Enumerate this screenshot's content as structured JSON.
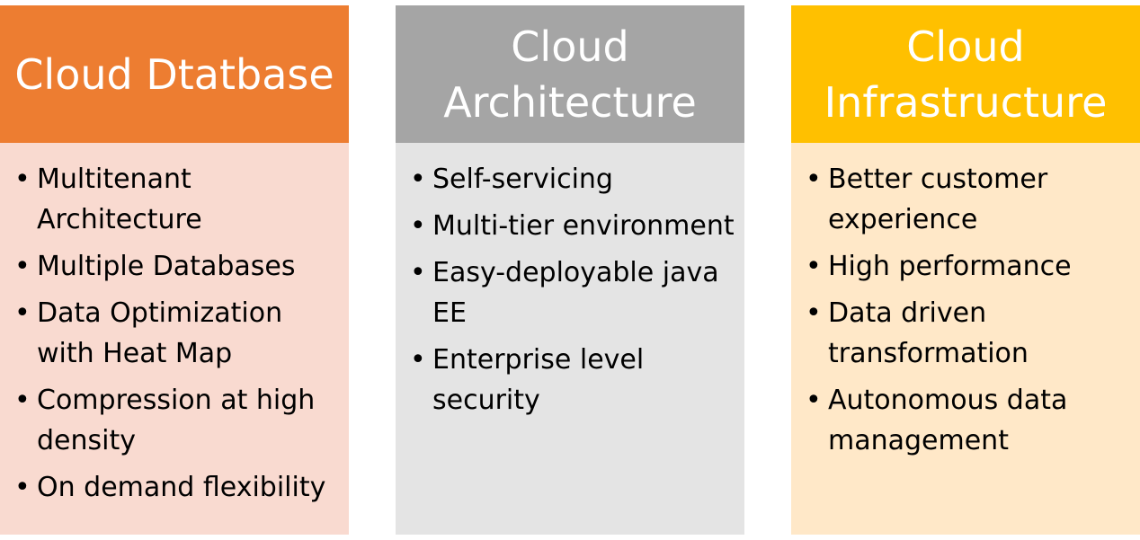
{
  "columns": [
    {
      "title": "Cloud Dtatbase",
      "header_color": "#ED7D31",
      "body_color": "#F9DAD0",
      "items": [
        "Multitenant Architecture",
        "Multiple Databases",
        "Data Optimization with Heat Map",
        "Compression at high density",
        "On demand flexibility"
      ]
    },
    {
      "title": "Cloud Architecture",
      "header_color": "#A5A5A5",
      "body_color": "#E4E4E4",
      "items": [
        "Self-servicing",
        "Multi-tier environment",
        "Easy-deployable java EE",
        "Enterprise level security"
      ]
    },
    {
      "title": "Cloud Infrastructure",
      "header_color": "#FFC000",
      "body_color": "#FFE8C8",
      "items": [
        "Better customer experience",
        "High performance",
        "Data driven transformation",
        "Autonomous data management"
      ]
    }
  ]
}
